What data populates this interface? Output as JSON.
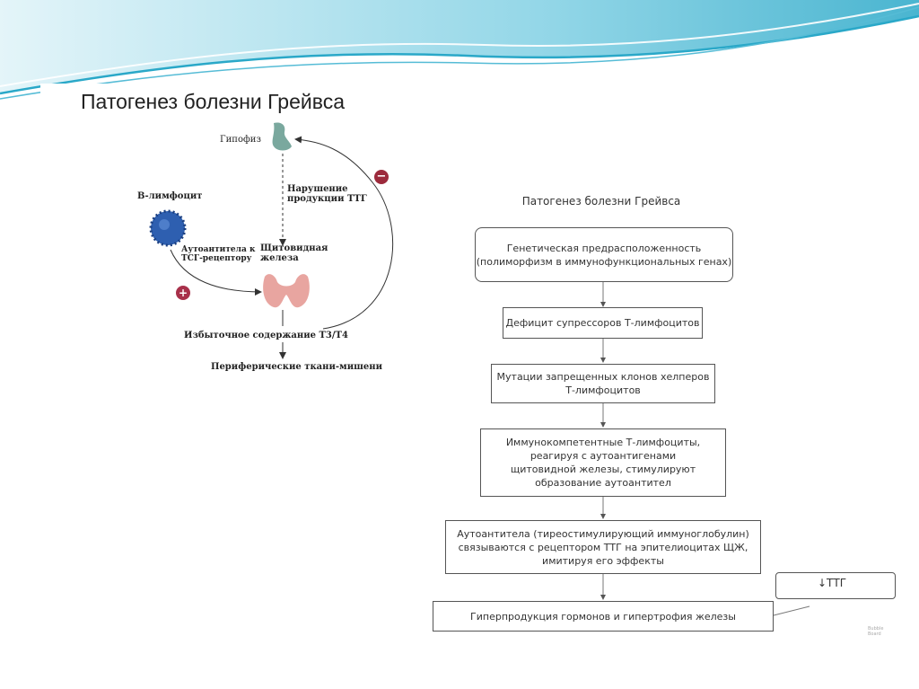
{
  "left_diagram": {
    "title": "Патогенез болезни Грейвса",
    "labels": {
      "pituitary": "Гипофиз",
      "b_cell": "В-лимфоцит",
      "tsh_disruption": "Нарушение\nпродукции ТТГ",
      "autoantibodies": "Аутоантитела к\nТСГ-рецептору",
      "thyroid": "Щитовидная\nжелеза",
      "t3t4_excess": "Избыточное содержание Т3/Т4",
      "peripheral": "Периферические ткани-мишени"
    },
    "signs": {
      "plus": "+",
      "minus": "−"
    },
    "colors": {
      "pituitary": "#7aa89e",
      "b_cell": "#2e5fb0",
      "thyroid": "#e8a5a0",
      "plus_badge": "#a8304a",
      "minus_badge": "#9c2a3c"
    }
  },
  "right_flowchart": {
    "title": "Патогенез болезни Грейвса",
    "boxes": [
      "Генетическая предрасположенность\n(полиморфизм в иммунофункциональных генах)",
      "Дефицит супрессоров Т-лимфоцитов",
      "Мутации запрещенных клонов хелперов\nТ-лимфоцитов",
      "Иммунокомпетентные Т-лимфоциты,\nреагируя с аутоантигенами\nщитовидной железы, стимулируют\nобразование аутоантител",
      "Аутоантитела (тиреостимулирующий иммуноглобулин)\nсвязываются с рецептором ТТГ на эпителиоцитах ЩЖ,\nимитируя его эффекты",
      "Гиперпродукция гормонов и гипертрофия железы"
    ],
    "callout": "↓ТТГ",
    "watermark": "Bubble\nBoard"
  },
  "colors": {
    "wave_dark": "#2aa8c8",
    "wave_light": "#8fd4e6"
  }
}
